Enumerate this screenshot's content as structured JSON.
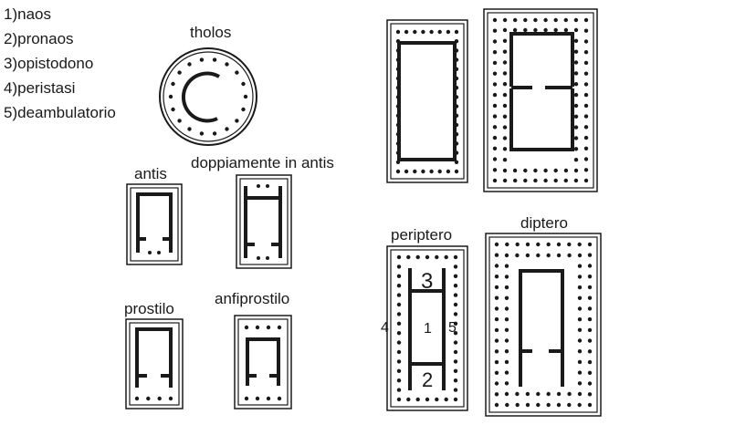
{
  "legend": {
    "items": [
      "1)naos",
      "2)pronaos",
      "3)opistodono",
      "4)peristasi",
      "5)deambulatorio"
    ]
  },
  "plans": {
    "tholos": "tholos",
    "antis": "antis",
    "doppiamente_in_antis": "doppiamente in antis",
    "prostilo": "prostilo",
    "anfiprostilo": "anfiprostilo",
    "periptero": "periptero",
    "diptero": "diptero"
  },
  "periptero_markers": {
    "naos": "1",
    "pronaos": "2",
    "opistodomo": "3",
    "peristasi": "4",
    "deambulatorio": "5"
  },
  "colors": {
    "ink": "#1a1a1a",
    "paper": "#ffffff"
  }
}
